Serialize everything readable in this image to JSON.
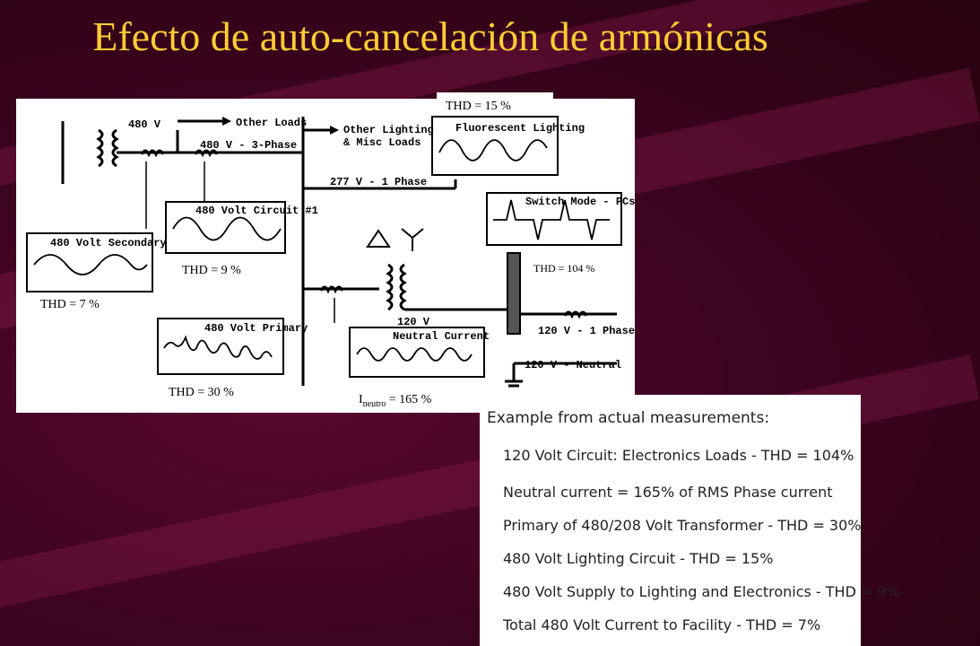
{
  "title": "Efecto de auto-cancelación de armónicas",
  "diagram": {
    "labels": {
      "v480": "480 V",
      "other_loads": "Other Loads",
      "v480_3phase": "480 V - 3-Phase",
      "other_lighting_1": "Other Lighting",
      "other_lighting_2": "& Misc Loads",
      "v277": "277 V - 1 Phase",
      "v120": "120 V",
      "v120_phase": "120 V - 1 Phase",
      "v120_neutral": "120 V - Neutral"
    },
    "scopes": {
      "fluorescent": "Fluorescent Lighting",
      "switch_mode": "Switch Mode - PCs",
      "circuit1": "480 Volt Circuit #1",
      "secondary": "480 Volt Secondary",
      "primary": "480 Volt Primary",
      "neutral": "Neutral Current"
    },
    "thd": {
      "fluorescent": "THD = 15 %",
      "switch_mode": "THD = 104 %",
      "circuit1": "THD = 9 %",
      "secondary": "THD = 7 %",
      "primary": "THD = 30 %",
      "neutral_prefix": "I",
      "neutral_sub": "neutro",
      "neutral_value": " = 165 %"
    }
  },
  "measurements": {
    "heading": "Example from actual measurements:",
    "items": [
      "120 Volt Circuit: Electronics Loads - THD = 104%",
      "Neutral current = 165% of RMS Phase current",
      "Primary of 480/208 Volt Transformer - THD = 30%",
      "480 Volt Lighting Circuit - THD = 15%",
      "480 Volt Supply to Lighting and Electronics - THD = 9%",
      "Total 480 Volt Current to Facility - THD = 7%"
    ]
  }
}
